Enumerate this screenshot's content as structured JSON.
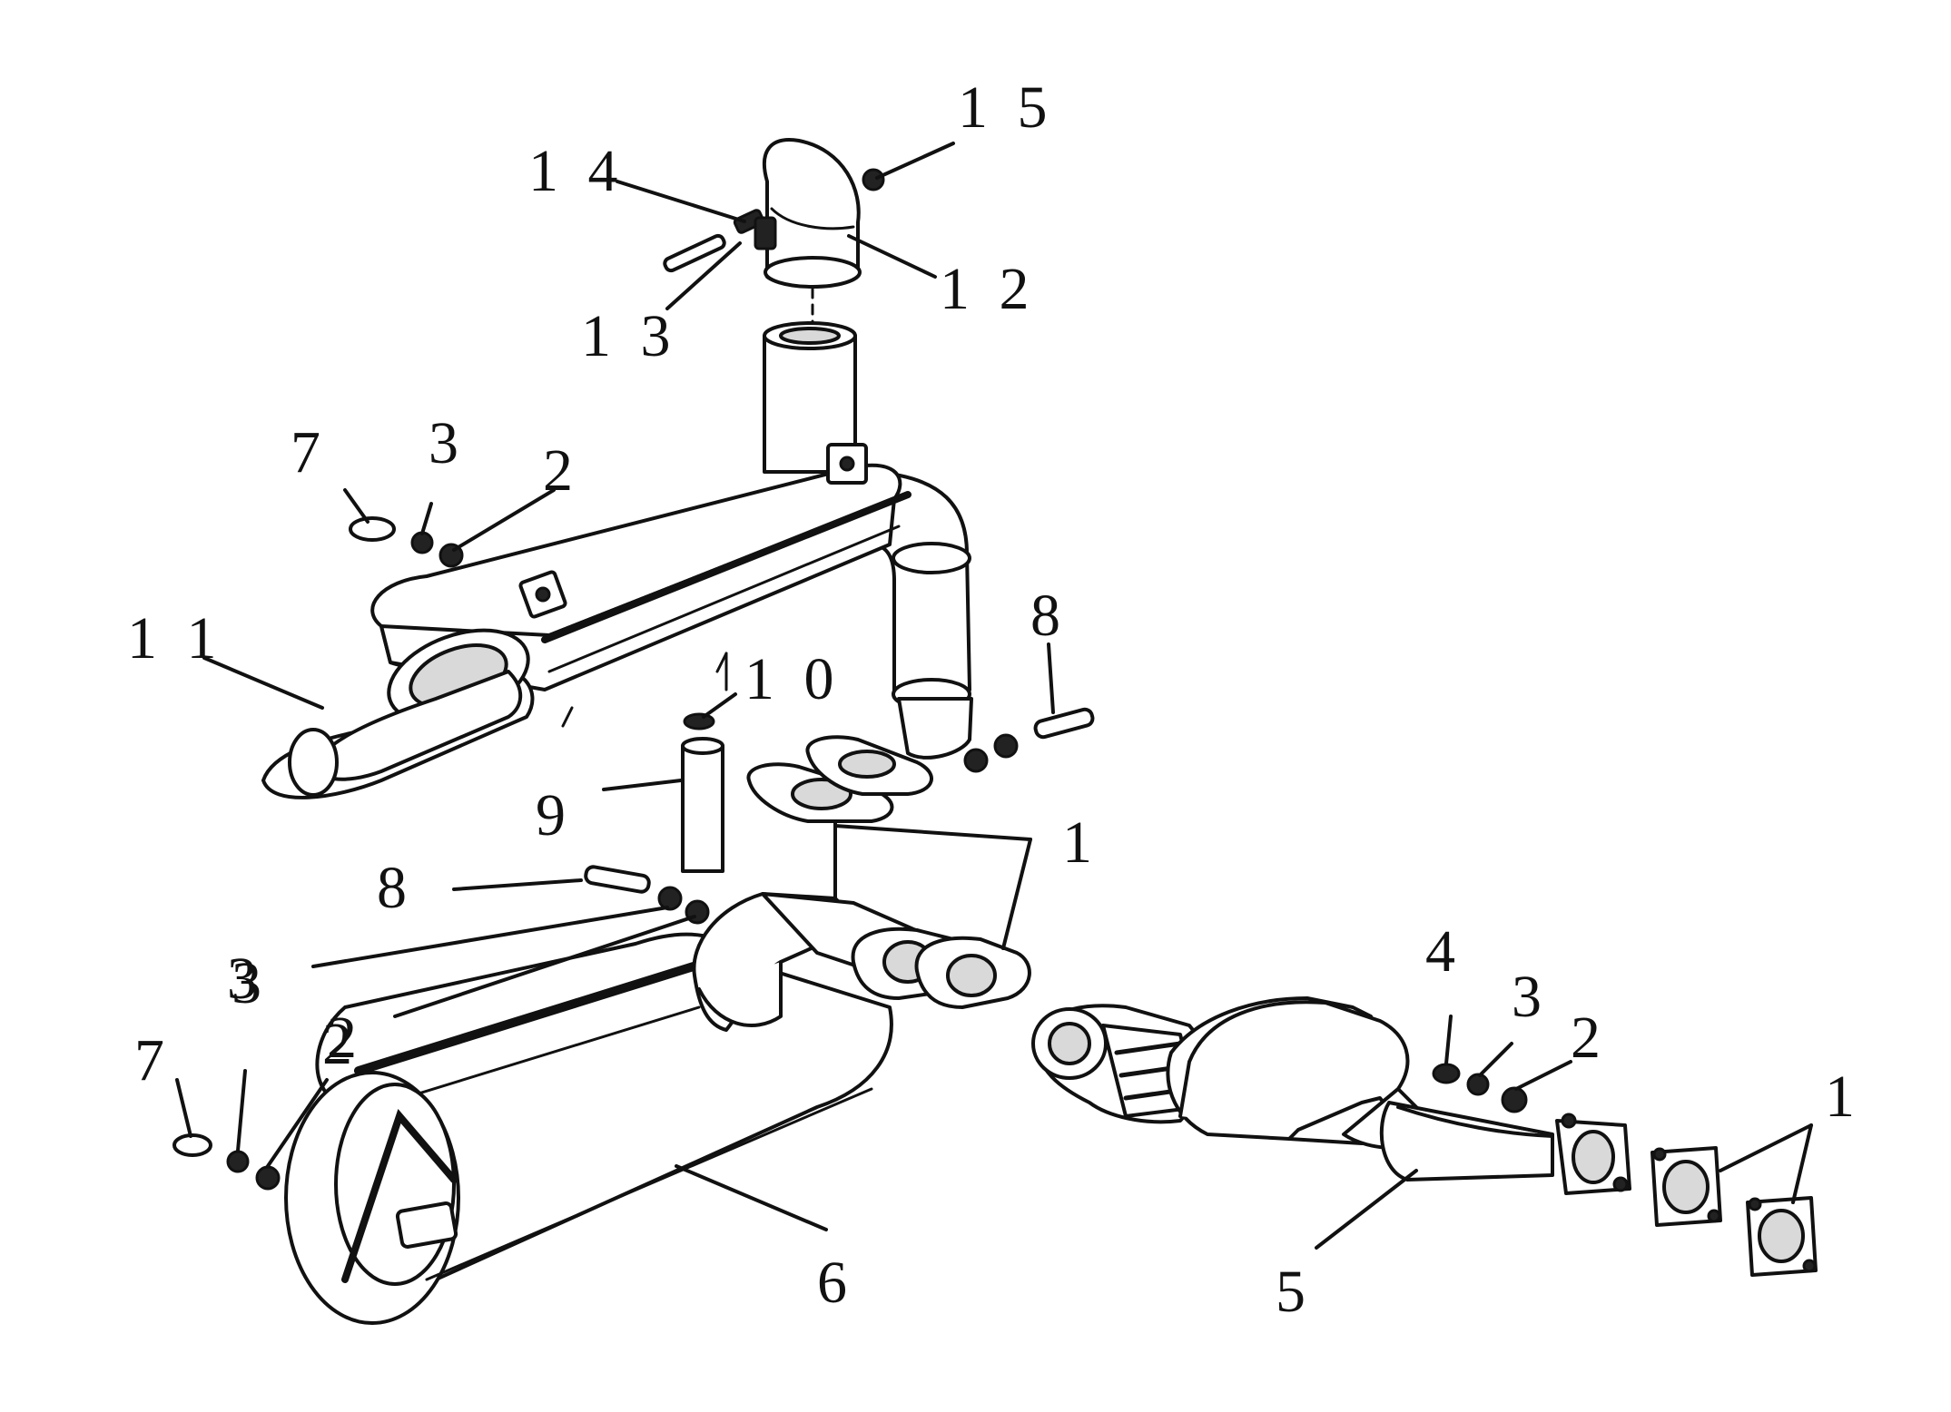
{
  "callouts": [
    {
      "id": "c15",
      "text": "1 5"
    },
    {
      "id": "c14",
      "text": "1 4"
    },
    {
      "id": "c12",
      "text": "1 2"
    },
    {
      "id": "c13",
      "text": "1 3"
    },
    {
      "id": "c7a",
      "text": "7"
    },
    {
      "id": "c3a",
      "text": "3"
    },
    {
      "id": "c2a",
      "text": "2"
    },
    {
      "id": "c11",
      "text": "1 1"
    },
    {
      "id": "c10",
      "text": "1 0"
    },
    {
      "id": "c8a",
      "text": "8"
    },
    {
      "id": "c9",
      "text": "9"
    },
    {
      "id": "c1a",
      "text": "1"
    },
    {
      "id": "c8b",
      "text": "8"
    },
    {
      "id": "c3b",
      "text": "3"
    },
    {
      "id": "c2b",
      "text": "2"
    },
    {
      "id": "c7b",
      "text": "7"
    },
    {
      "id": "c3c",
      "text": "3"
    },
    {
      "id": "c2c",
      "text": "2"
    },
    {
      "id": "c4",
      "text": "4"
    },
    {
      "id": "c3d",
      "text": "3"
    },
    {
      "id": "c2d",
      "text": "2"
    },
    {
      "id": "c1b",
      "text": "1"
    },
    {
      "id": "c6",
      "text": "6"
    },
    {
      "id": "c5",
      "text": "5"
    }
  ]
}
